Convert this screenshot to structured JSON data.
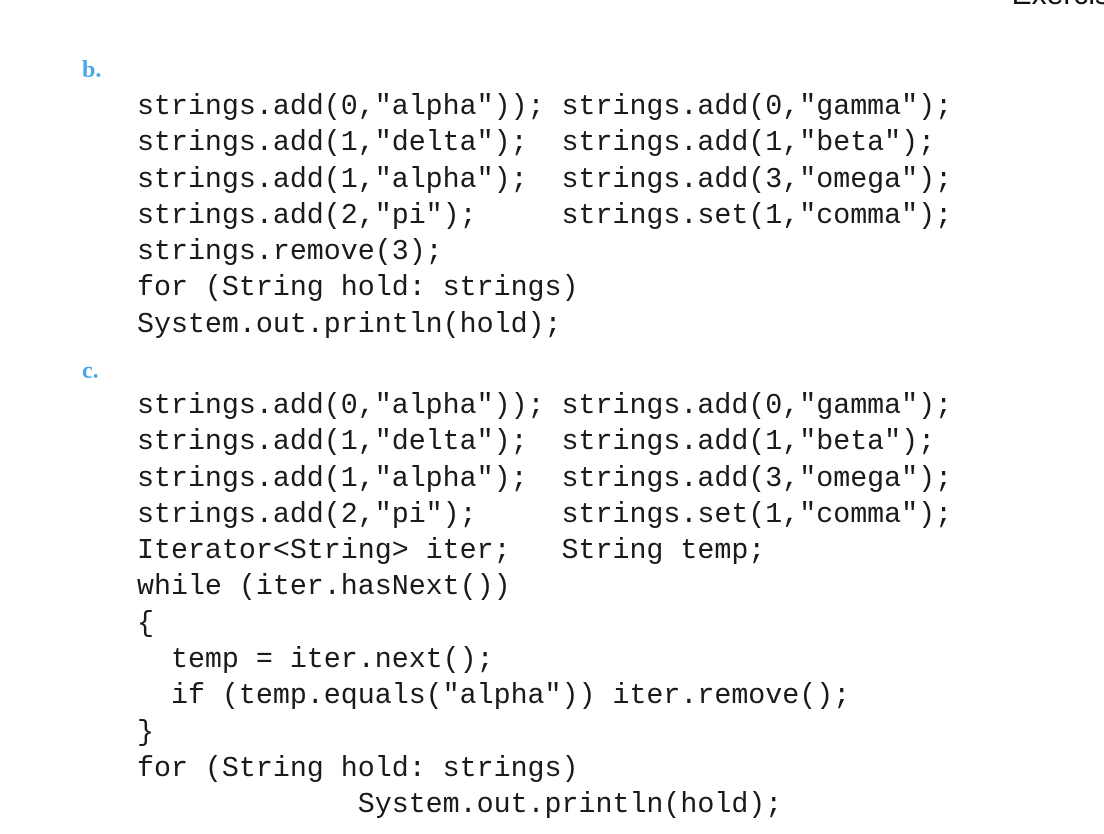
{
  "header": {
    "running_title": "Exercis"
  },
  "parts": [
    {
      "label": "b.",
      "lines": [
        "strings.add(0,\"alpha\")); strings.add(0,\"gamma\");",
        "strings.add(1,\"delta\");  strings.add(1,\"beta\");",
        "strings.add(1,\"alpha\");  strings.add(3,\"omega\");",
        "strings.add(2,\"pi\");     strings.set(1,\"comma\");",
        "strings.remove(3);",
        "for (String hold: strings)",
        "System.out.println(hold);"
      ]
    },
    {
      "label": "c.",
      "lines": [
        "strings.add(0,\"alpha\")); strings.add(0,\"gamma\");",
        "strings.add(1,\"delta\");  strings.add(1,\"beta\");",
        "strings.add(1,\"alpha\");  strings.add(3,\"omega\");",
        "strings.add(2,\"pi\");     strings.set(1,\"comma\");",
        "Iterator<String> iter;   String temp;",
        "while (iter.hasNext())",
        "{",
        "  temp = iter.next();",
        "  if (temp.equals(\"alpha\")) iter.remove();",
        "}",
        "for (String hold: strings)",
        "             System.out.println(hold);"
      ]
    }
  ]
}
